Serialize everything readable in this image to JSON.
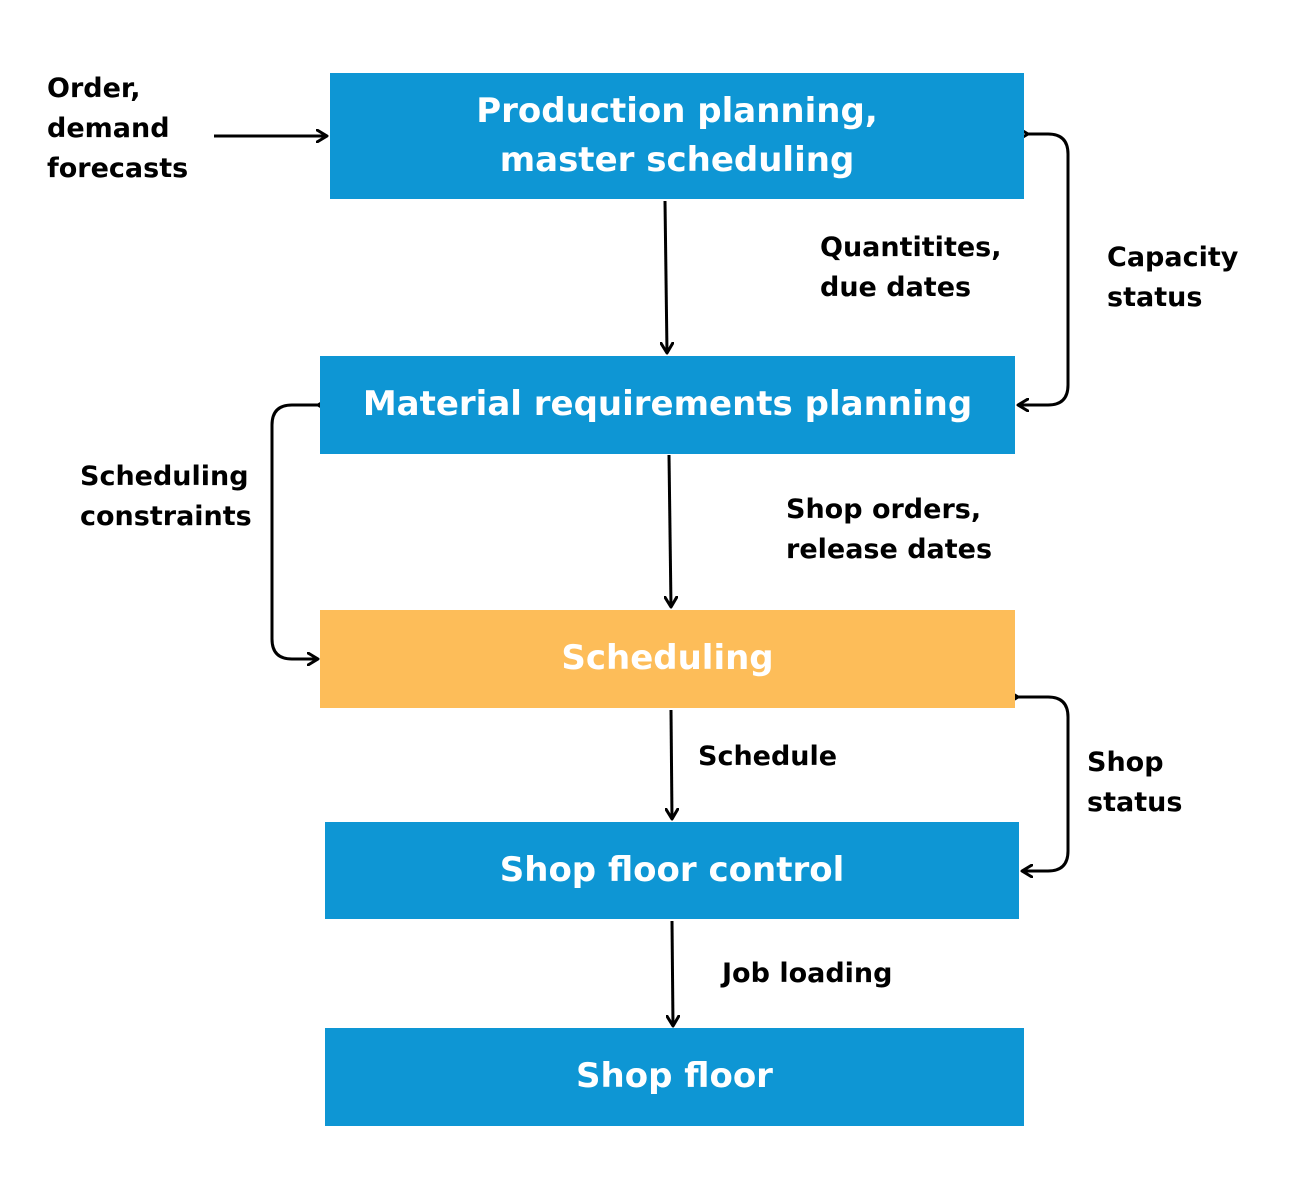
{
  "colors": {
    "box_blue": "#0E96D4",
    "box_orange": "#FDBD59",
    "arrow": "#000000",
    "label_text": "#000000",
    "box_text": "#FFFFFF"
  },
  "boxes": {
    "production_planning": "Production planning,\nmaster scheduling",
    "mrp": "Material requirements planning",
    "scheduling": "Scheduling",
    "shop_floor_control": "Shop floor control",
    "shop_floor": "Shop floor"
  },
  "labels": {
    "input": "Order,\ndemand\nforecasts",
    "quantities": "Quantitites,\ndue dates",
    "capacity": "Capacity\nstatus",
    "constraints": "Scheduling\nconstraints",
    "shop_orders": "Shop orders,\nrelease dates",
    "schedule": "Schedule",
    "shop_status": "Shop\nstatus",
    "job_loading": "Job loading"
  }
}
